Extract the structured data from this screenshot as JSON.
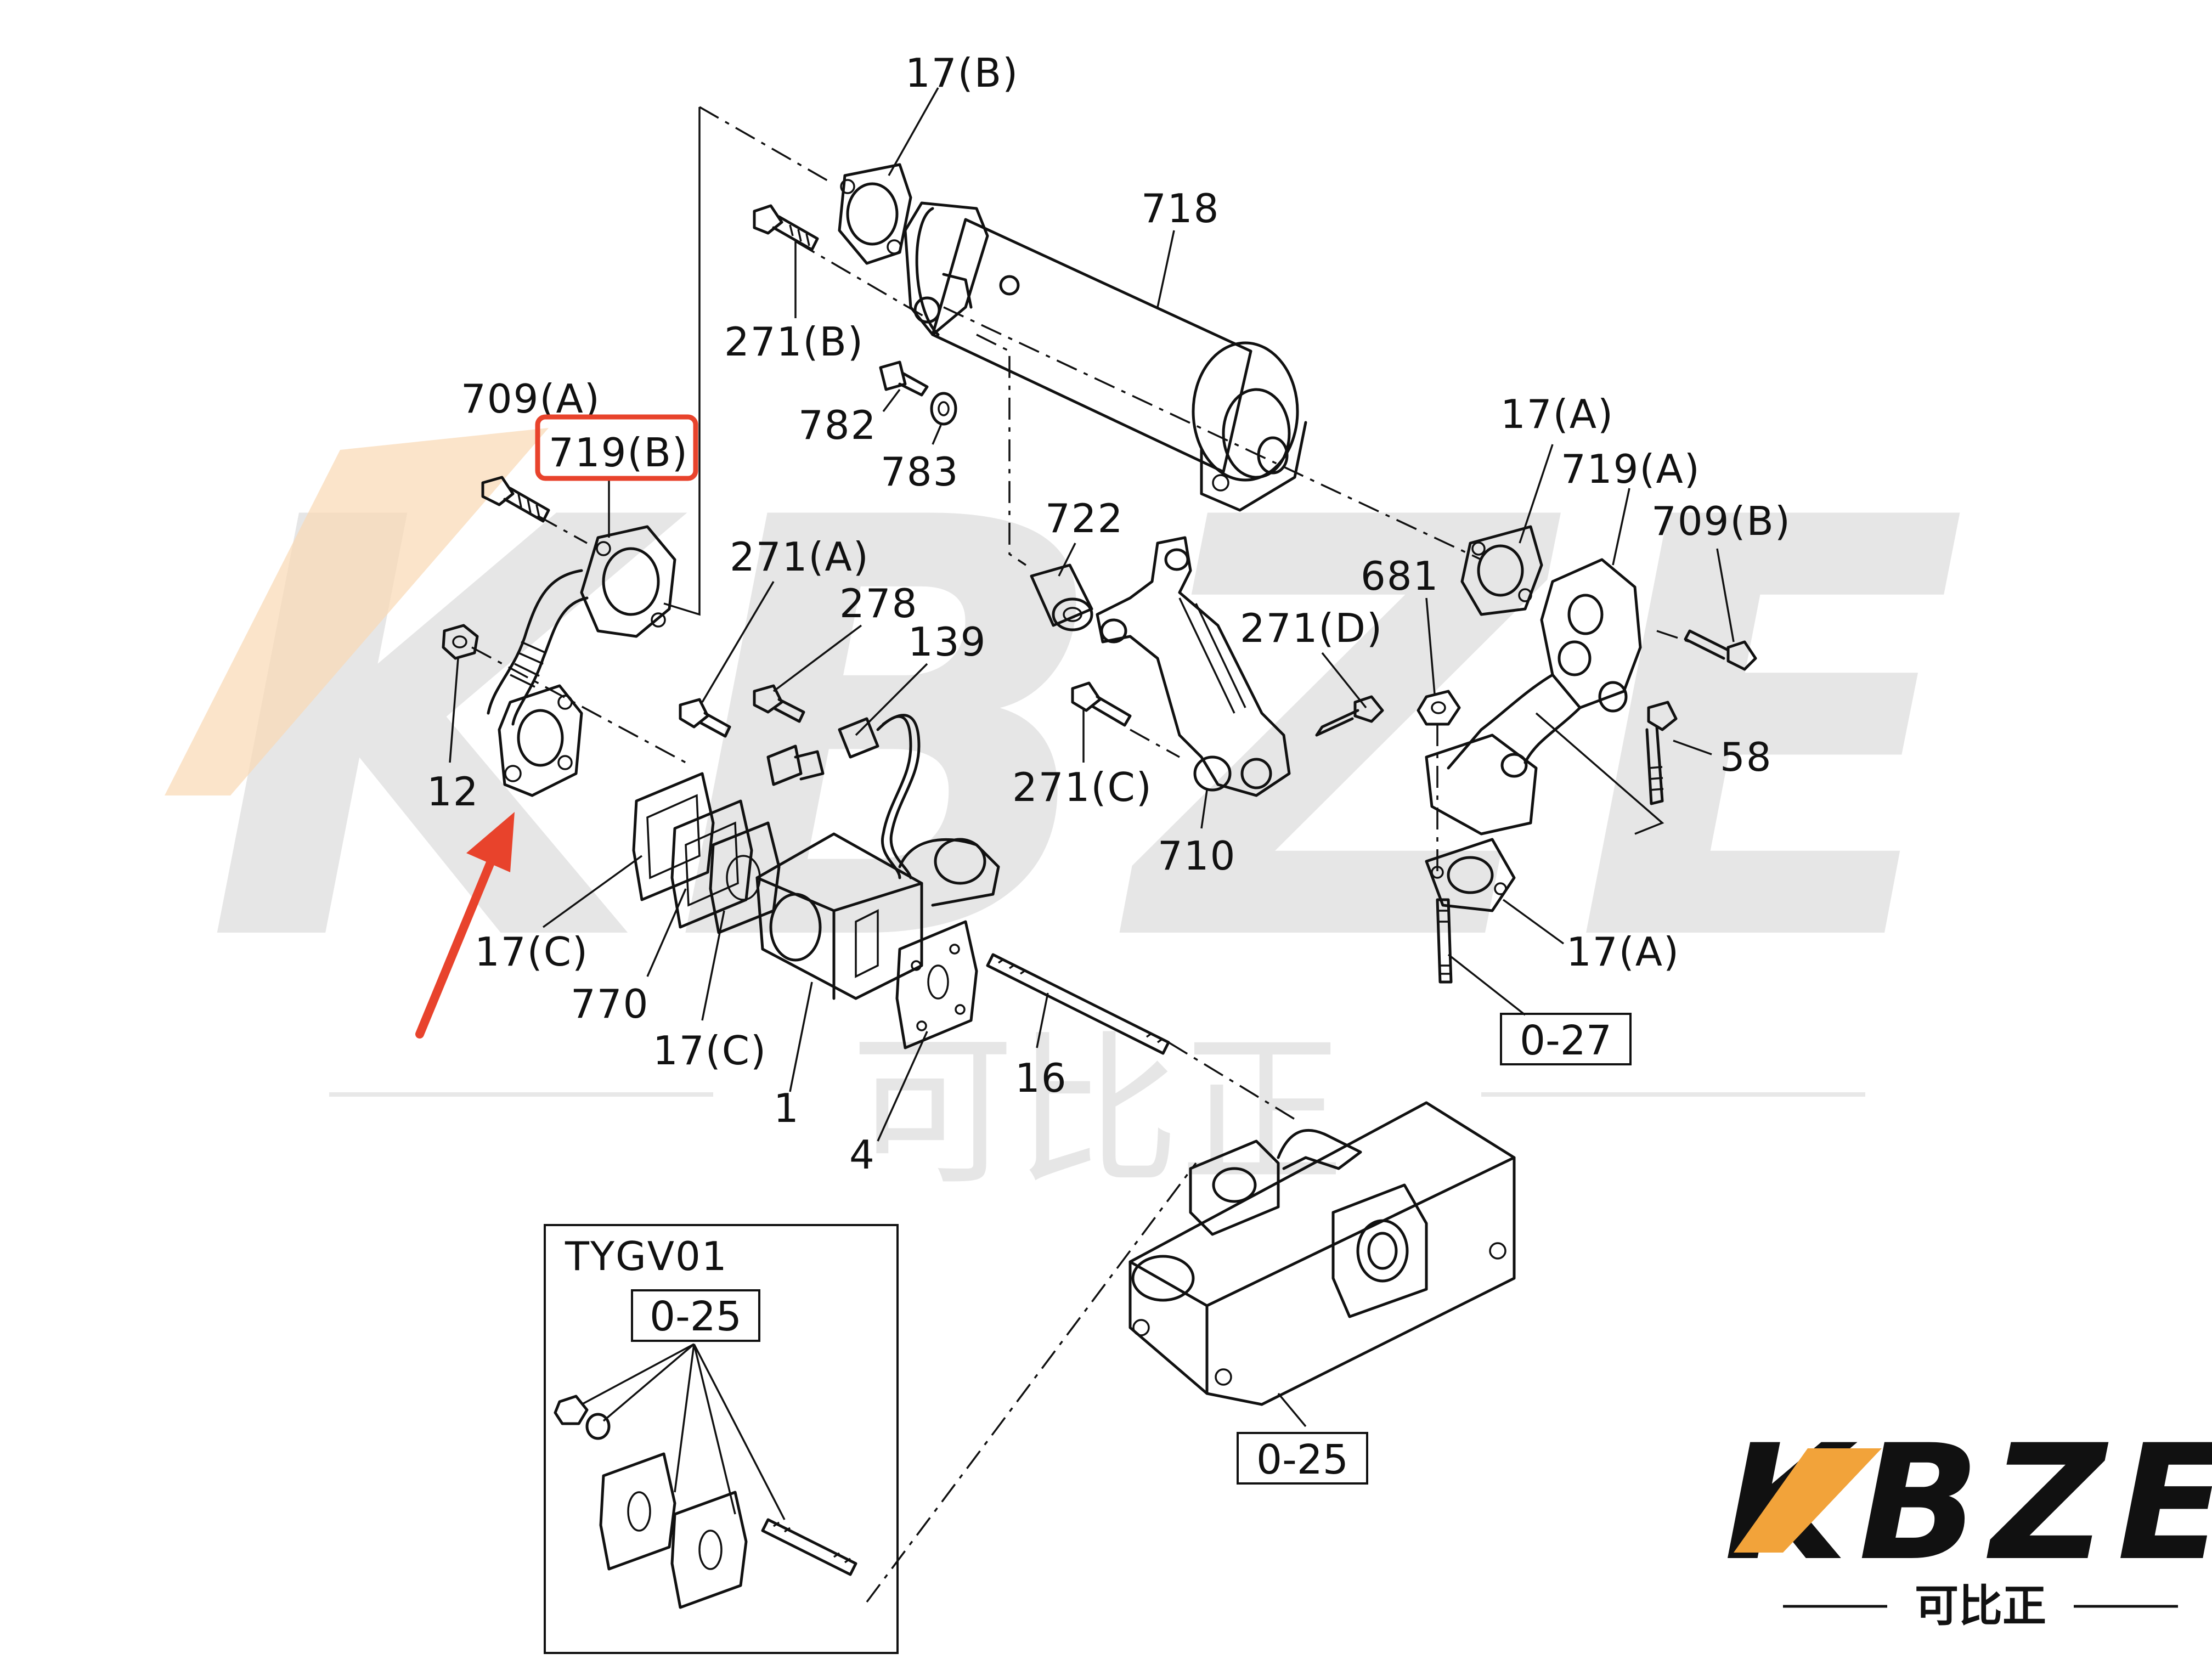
{
  "labels": {
    "l_17B_top": "17(B)",
    "l_718": "718",
    "l_271B": "271(B)",
    "l_782": "782",
    "l_783": "783",
    "l_709A": "709(A)",
    "l_719B": "719(B)",
    "l_17A_top": "17(A)",
    "l_719A": "719(A)",
    "l_709B": "709(B)",
    "l_681": "681",
    "l_722": "722",
    "l_271A": "271(A)",
    "l_278": "278",
    "l_139": "139",
    "l_271D": "271(D)",
    "l_58": "58",
    "l_12": "12",
    "l_271C": "271(C)",
    "l_710": "710",
    "l_17A_bottom": "17(A)",
    "l_17C_1": "17(C)",
    "l_770": "770",
    "l_17C_2": "17(C)",
    "l_1": "1",
    "l_4": "4",
    "l_16": "16",
    "l_TYGV01": "TYGV01"
  },
  "refs": {
    "r_027": "0-27",
    "r_025_inset": "0-25",
    "r_025_main": "0-25"
  },
  "watermark": {
    "text": "KBZE",
    "subtext": "可比正"
  },
  "logo": {
    "text": "KBZE",
    "subtext": "可比正"
  },
  "highlight": {
    "color": "#e8432c",
    "part": "719(B)"
  },
  "colors": {
    "line": "#111111",
    "logo_orange": "#f2a33a",
    "watermark_gray": "#e4e4e4"
  }
}
